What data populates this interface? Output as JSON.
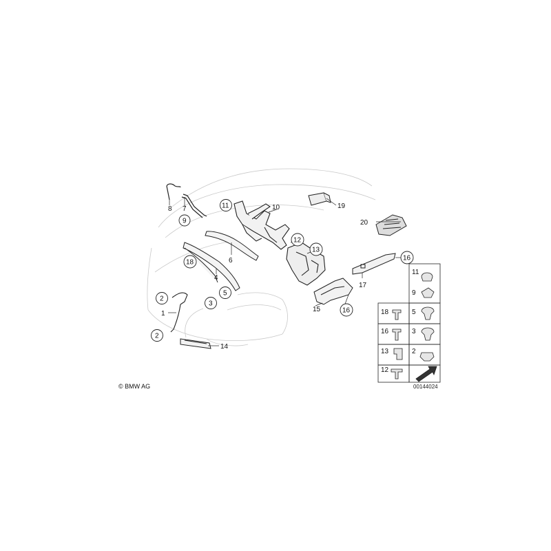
{
  "labels": {
    "l1": "1",
    "l2a": "2",
    "l2b": "2",
    "l3": "3",
    "l4": "4",
    "l5": "5",
    "l6": "6",
    "l7": "7",
    "l8": "8",
    "l9": "9",
    "l10": "10",
    "l11": "11",
    "l12": "12",
    "l13": "13",
    "l14": "14",
    "l15": "15",
    "l16a": "16",
    "l16b": "16",
    "l17": "17",
    "l18": "18",
    "l19": "19",
    "l20": "20"
  },
  "legend": {
    "r1a": "11",
    "r1b": "9",
    "r2a": "18",
    "r2b": "5",
    "r3a": "16",
    "r3b": "3",
    "r4a": "13",
    "r4b": "2",
    "r5a": "12"
  },
  "copyright": "© BMW AG",
  "diagram_code": "00144024"
}
